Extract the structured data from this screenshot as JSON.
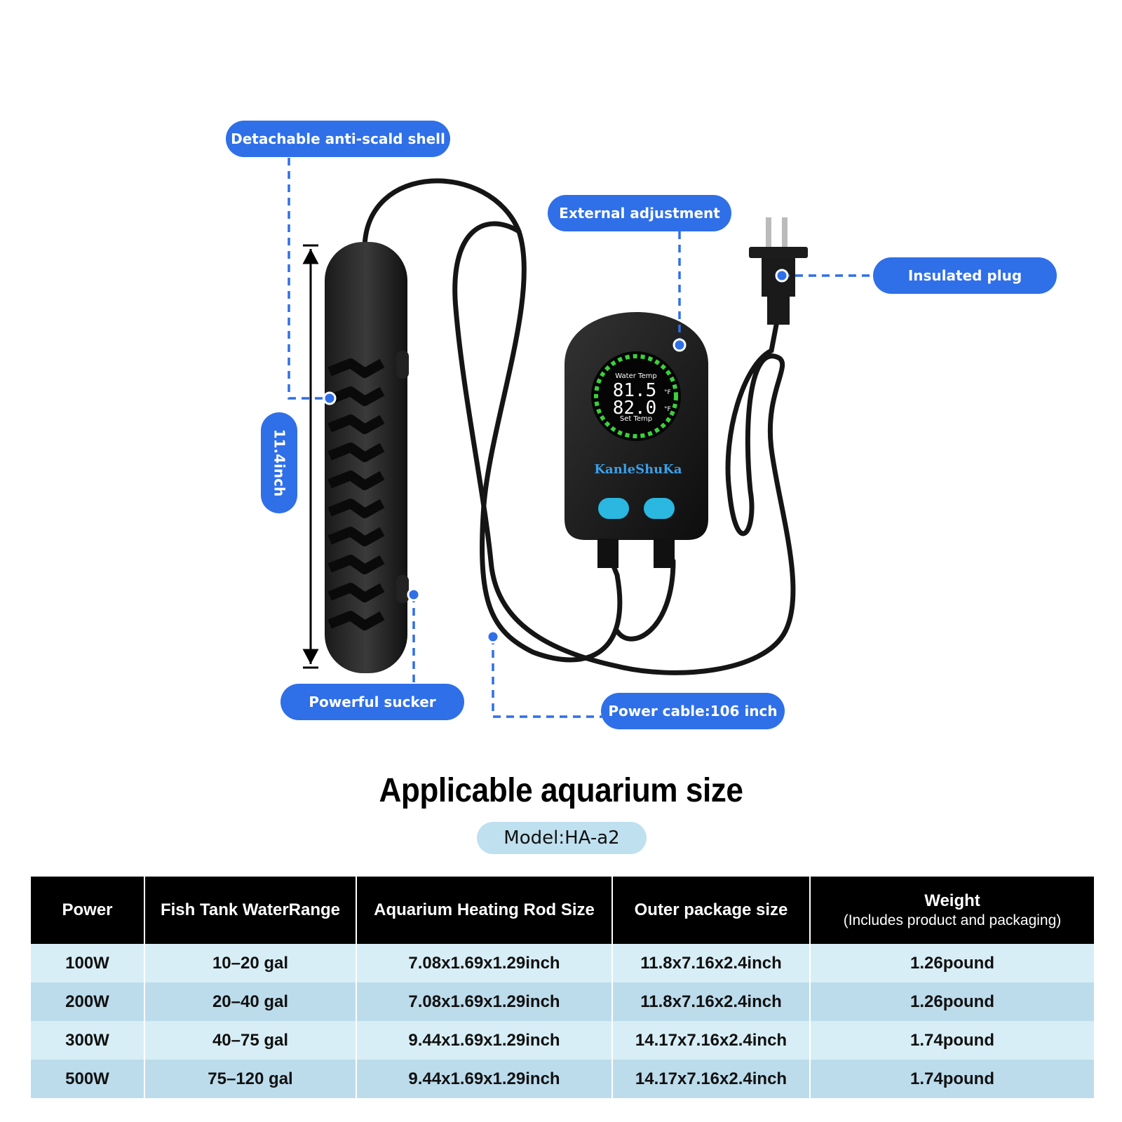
{
  "callouts": {
    "shell": "Detachable anti-scald shell",
    "adjust": "External adjustment",
    "plug": "Insulated plug",
    "sucker": "Powerful sucker",
    "cable": "Power cable:106 inch",
    "length": "11.4inch"
  },
  "controller": {
    "water_label": "Water Temp",
    "water_value": "81.5",
    "set_label": "Set Temp",
    "set_value": "82.0",
    "unit": "°F",
    "brand": "KanleShuKa"
  },
  "section": {
    "title": "Applicable aquarium size",
    "model": "Model:HA-a2"
  },
  "table": {
    "headers": [
      "Power",
      "Fish Tank WaterRange",
      "Aquarium Heating Rod Size",
      "Outer package size",
      "Weight"
    ],
    "weight_sub": "(Includes product and packaging)",
    "rows": [
      [
        "100W",
        "10–20 gal",
        "7.08x1.69x1.29inch",
        "11.8x7.16x2.4inch",
        "1.26pound"
      ],
      [
        "200W",
        "20–40 gal",
        "7.08x1.69x1.29inch",
        "11.8x7.16x2.4inch",
        "1.26pound"
      ],
      [
        "300W",
        "40–75 gal",
        "9.44x1.69x1.29inch",
        "14.17x7.16x2.4inch",
        "1.74pound"
      ],
      [
        "500W",
        "75–120 gal",
        "9.44x1.69x1.29inch",
        "14.17x7.16x2.4inch",
        "1.74pound"
      ]
    ]
  },
  "colors": {
    "accent": "#2f6fe8",
    "display_ring": "#3bd13b",
    "button": "#2ab7e0",
    "header_bg": "#000000"
  }
}
